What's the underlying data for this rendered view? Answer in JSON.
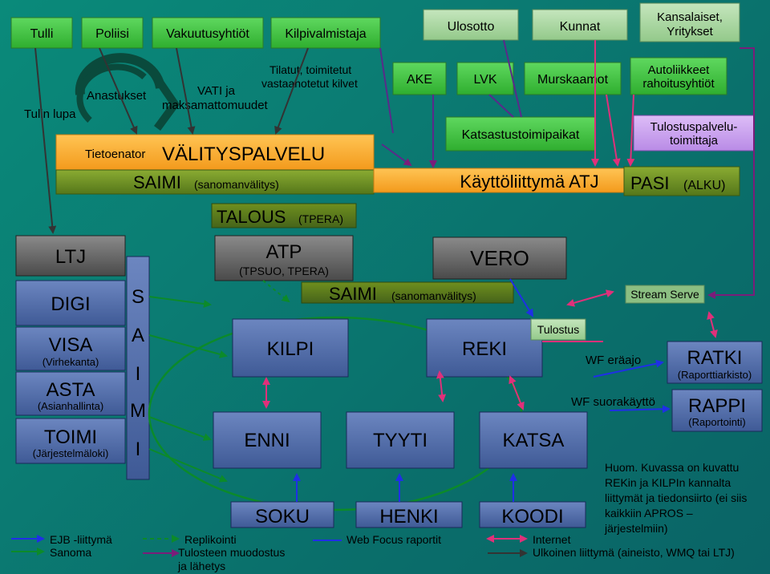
{
  "top_row": {
    "tulli": "Tulli",
    "poliisi": "Poliisi",
    "vakuutusyhtiot": "Vakuutusyhtiöt",
    "kilpivalmistaja": "Kilpivalmistaja",
    "ulosotto": "Ulosotto",
    "kunnat": "Kunnat",
    "kansalaiset_l1": "Kansalaiset,",
    "kansalaiset_l2": "Yritykset"
  },
  "second_row": {
    "ake": "AKE",
    "lvk": "LVK",
    "murskaamot": "Murskaamot",
    "autoliikkeet_l1": "Autoliikkeet",
    "autoliikkeet_l2": "rahoitusyhtiöt",
    "katsastus": "Katsastustoimipaikat",
    "tulostuspalvelu_l1": "Tulostuspalvelu-",
    "tulostuspalvelu_l2": "toimittaja"
  },
  "labels": {
    "tulin_lupa": "Tulin lupa",
    "anastukset": "Anastukset",
    "vati_l1": "VATI ja",
    "vati_l2": "maksamattomuudet",
    "tilatut_l1": "Tilatut, toimitetut",
    "tilatut_l2": "vastaanotetut kilvet"
  },
  "bars": {
    "tietoenator": "Tietoenator",
    "valityspalvelu": "VÄLITYSPALVELU",
    "saimi": "SAIMI",
    "sanomanvalitys": "(sanomanvälitys)",
    "kayttoliittyma": "Käyttöliittymä ATJ",
    "pasi": "PASI",
    "pasi_sub": "(ALKU)",
    "talous": "TALOUS",
    "talous_sub": "(TPERA)"
  },
  "left_systems": {
    "ltj": "LTJ",
    "digi": "DIGI",
    "visa": "VISA",
    "visa_sub": "(Virhekanta)",
    "asta": "ASTA",
    "asta_sub": "(Asianhallinta)",
    "toimi": "TOIMI",
    "toimi_sub": "(Järjestelmäloki)",
    "saimi_letters": [
      "S",
      "A",
      "I",
      "M",
      "I"
    ]
  },
  "core": {
    "atp": "ATP",
    "atp_sub": "(TPSUO, TPERA)",
    "vero": "VERO",
    "saimi_inner": "SAIMI",
    "saimi_inner_sub": "(sanomanvälitys)",
    "kilpi": "KILPI",
    "reki": "REKI",
    "tulostus": "Tulostus",
    "enni": "ENNI",
    "tyyti": "TYYTI",
    "katsa": "KATSA",
    "soku": "SOKU",
    "henki": "HENKI",
    "koodi": "KOODI"
  },
  "right_systems": {
    "stream_serve": "Stream Serve",
    "wf_eraajo": "WF eräajo",
    "wf_suora": "WF suorakäyttö",
    "ratki": "RATKI",
    "ratki_sub": "(Raporttiarkisto)",
    "rappi": "RAPPI",
    "rappi_sub": "(Raportointi)"
  },
  "note": {
    "l1": "Huom. Kuvassa on kuvattu",
    "l2": "REKin ja KILPIn kannalta",
    "l3": "liittymät ja tiedonsiirto (ei siis",
    "l4": "kaikkiin APROS –",
    "l5": "järjestelmiin)"
  },
  "legend": {
    "ejb": "EJB -liittymä",
    "sanoma": "Sanoma",
    "replikointi": "Replikointi",
    "tulosteen_l1": "Tulosteen muodostus",
    "tulosteen_l2": "ja lähetys",
    "webfocus": "Web Focus raportit",
    "internet": "Internet",
    "ulkoinen": "Ulkoinen liittymä (aineisto, WMQ tai LTJ)"
  },
  "colors": {
    "green_box": "#3fc23f",
    "light_box": "#a9d6a0",
    "purple_box": "#c9a3ee",
    "orange_bar": "#f7a630",
    "olive_bar": "#6b8f26",
    "blue_box": "#5670a8",
    "dark_box": "#5a5a5a",
    "arrow_blue": "#1f2fe6",
    "arrow_green": "#0c8a2a",
    "arrow_purple": "#7a1d7a",
    "arrow_pink": "#e0307a"
  }
}
